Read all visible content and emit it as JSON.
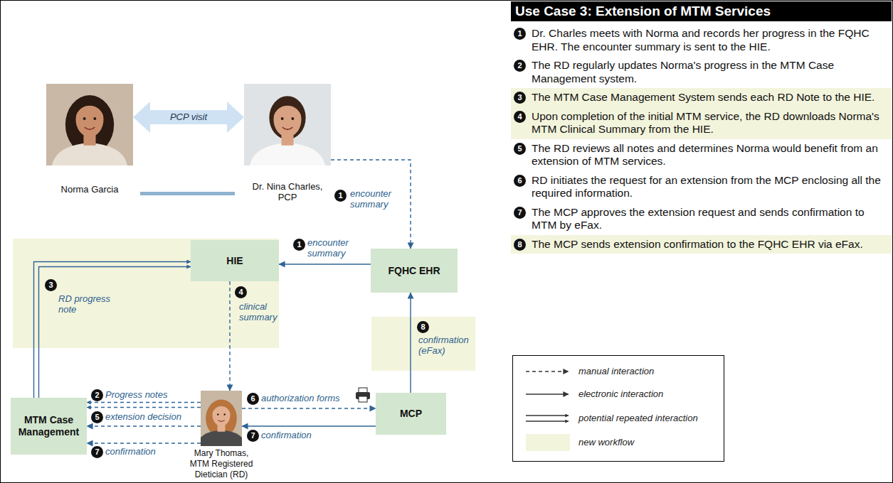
{
  "diagram": {
    "title": "Use Case 3: Extension of MTM Services",
    "nodes": [
      {
        "text": [
          "Norma Garcia"
        ]
      },
      {
        "text": [
          "Dr. Nina Charles, PCP"
        ]
      },
      {
        "text": [
          "HIE"
        ]
      },
      {
        "text": [
          "FQHC EHR"
        ]
      },
      {
        "text": [
          "MTM Case Management"
        ]
      },
      {
        "text": [
          "Mary Thomas, MTM Registered Dietician (RD)"
        ]
      },
      {
        "text": [
          "MCP"
        ]
      }
    ],
    "edges": [
      {
        "from": 0,
        "to": 1,
        "label": "PCP visit",
        "arrow": "both"
      },
      {
        "from": 1,
        "to": 3,
        "label": "encounter summary",
        "arrow": "to"
      },
      {
        "from": 3,
        "to": 2,
        "label": "encounter summary",
        "arrow": "to"
      },
      {
        "from": 4,
        "to": 2,
        "label": "RD progress note",
        "arrow": "to"
      },
      {
        "from": 2,
        "to": 5,
        "label": "clinical summary",
        "arrow": "to"
      },
      {
        "from": 5,
        "to": 4,
        "label": "Progress notes",
        "arrow": "to"
      },
      {
        "from": 5,
        "to": 4,
        "label": "extension decision",
        "arrow": "to"
      },
      {
        "from": 5,
        "to": 4,
        "label": "confirmation",
        "arrow": "to"
      },
      {
        "from": 5,
        "to": 6,
        "label": "authorization forms",
        "arrow": "to"
      },
      {
        "from": 6,
        "to": 5,
        "label": "confirmation",
        "arrow": "to"
      },
      {
        "from": 6,
        "to": 3,
        "label": "confirmation (eFax)",
        "arrow": "to"
      }
    ],
    "labels": [
      "1",
      "1",
      "3",
      "4",
      "2",
      "5",
      "7",
      "6",
      "7",
      "8",
      "1",
      "Dr. Charles meets with Norma and records her progress in the FQHC EHR. The encounter summary is sent to the HIE.",
      "2",
      "The RD regularly updates Norma's progress in the MTM Case Management system.",
      "3",
      "The MTM Case Management System sends each RD Note to the HIE.",
      "4",
      "Upon completion of the initial MTM service, the RD downloads Norma's MTM Clinical Summary from the HIE.",
      "5",
      "The RD reviews all notes and determines Norma would benefit from an extension of MTM services.",
      "6",
      "RD initiates the request for an extension from the MCP enclosing all the required information.",
      "7",
      "The MCP approves the extension request and sends confirmation to MTM by eFax.",
      "8",
      "The MCP sends extension confirmation to the FQHC EHR via eFax."
    ],
    "legend": [
      {
        "text": "manual interaction"
      },
      {
        "text": "electronic interaction"
      },
      {
        "text": "potential repeated interaction"
      },
      {
        "text": "new workflow",
        "color": "#f3f4dc"
      }
    ]
  }
}
